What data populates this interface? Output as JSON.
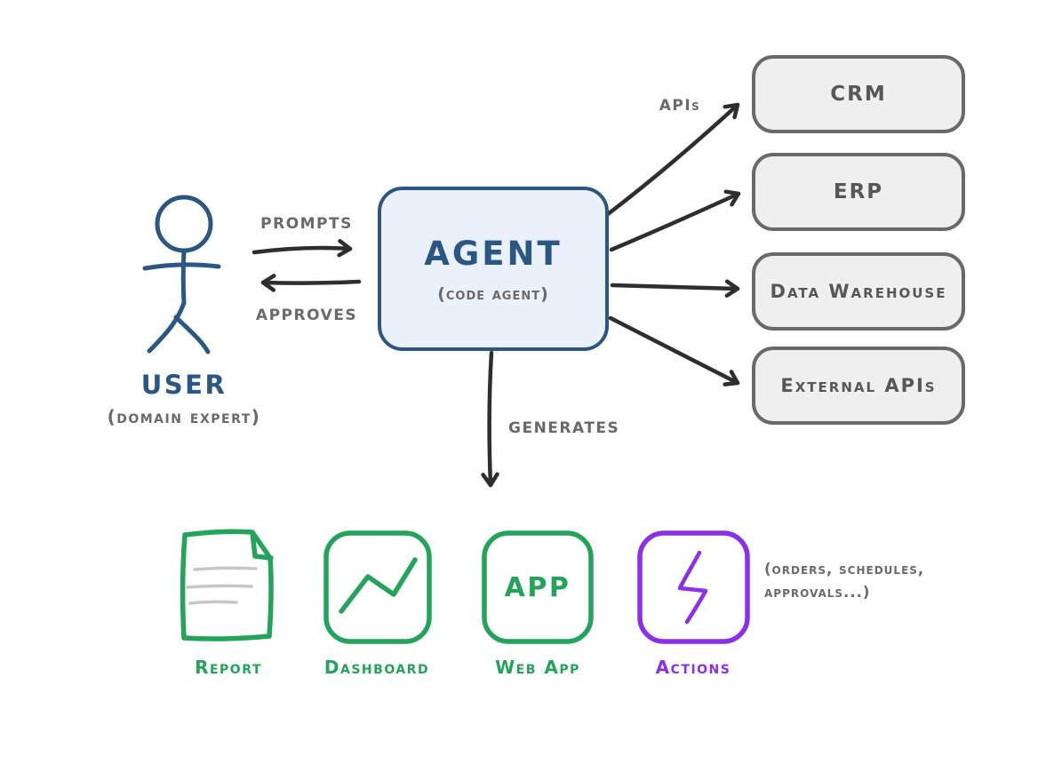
{
  "colors": {
    "blue": "#2b5785",
    "agent_fill": "#eaf1fb",
    "gray_text": "#6a6a6a",
    "box_fill": "#efefef",
    "box_border": "#696969",
    "box_text": "#575757",
    "arrow": "#2e2e2e",
    "green": "#24a35b",
    "purple": "#8b2fe8",
    "doc_lines": "#c7c7c7"
  },
  "user": {
    "label": "USER",
    "sublabel": "(domain expert)",
    "icon": "stick-figure-icon"
  },
  "agent": {
    "label": "AGENT",
    "sublabel": "(code agent)"
  },
  "edges": {
    "prompts": "PROMPTS",
    "approves": "APPROVES",
    "apis": "APIs",
    "generates": "GENERATES"
  },
  "systems": [
    {
      "label": "CRM"
    },
    {
      "label": "ERP"
    },
    {
      "label": "Data Warehouse"
    },
    {
      "label": "External APIs"
    }
  ],
  "outputs": [
    {
      "label": "Report",
      "icon": "document-icon",
      "color": "#24a35b"
    },
    {
      "label": "Dashboard",
      "icon": "line-chart-icon",
      "color": "#24a35b"
    },
    {
      "label": "Web App",
      "icon": "app-box-icon",
      "icon_text": "APP",
      "color": "#24a35b"
    },
    {
      "label": "Actions",
      "icon": "lightning-icon",
      "color": "#8b2fe8",
      "note": "(orders, schedules, approvals...)"
    }
  ]
}
